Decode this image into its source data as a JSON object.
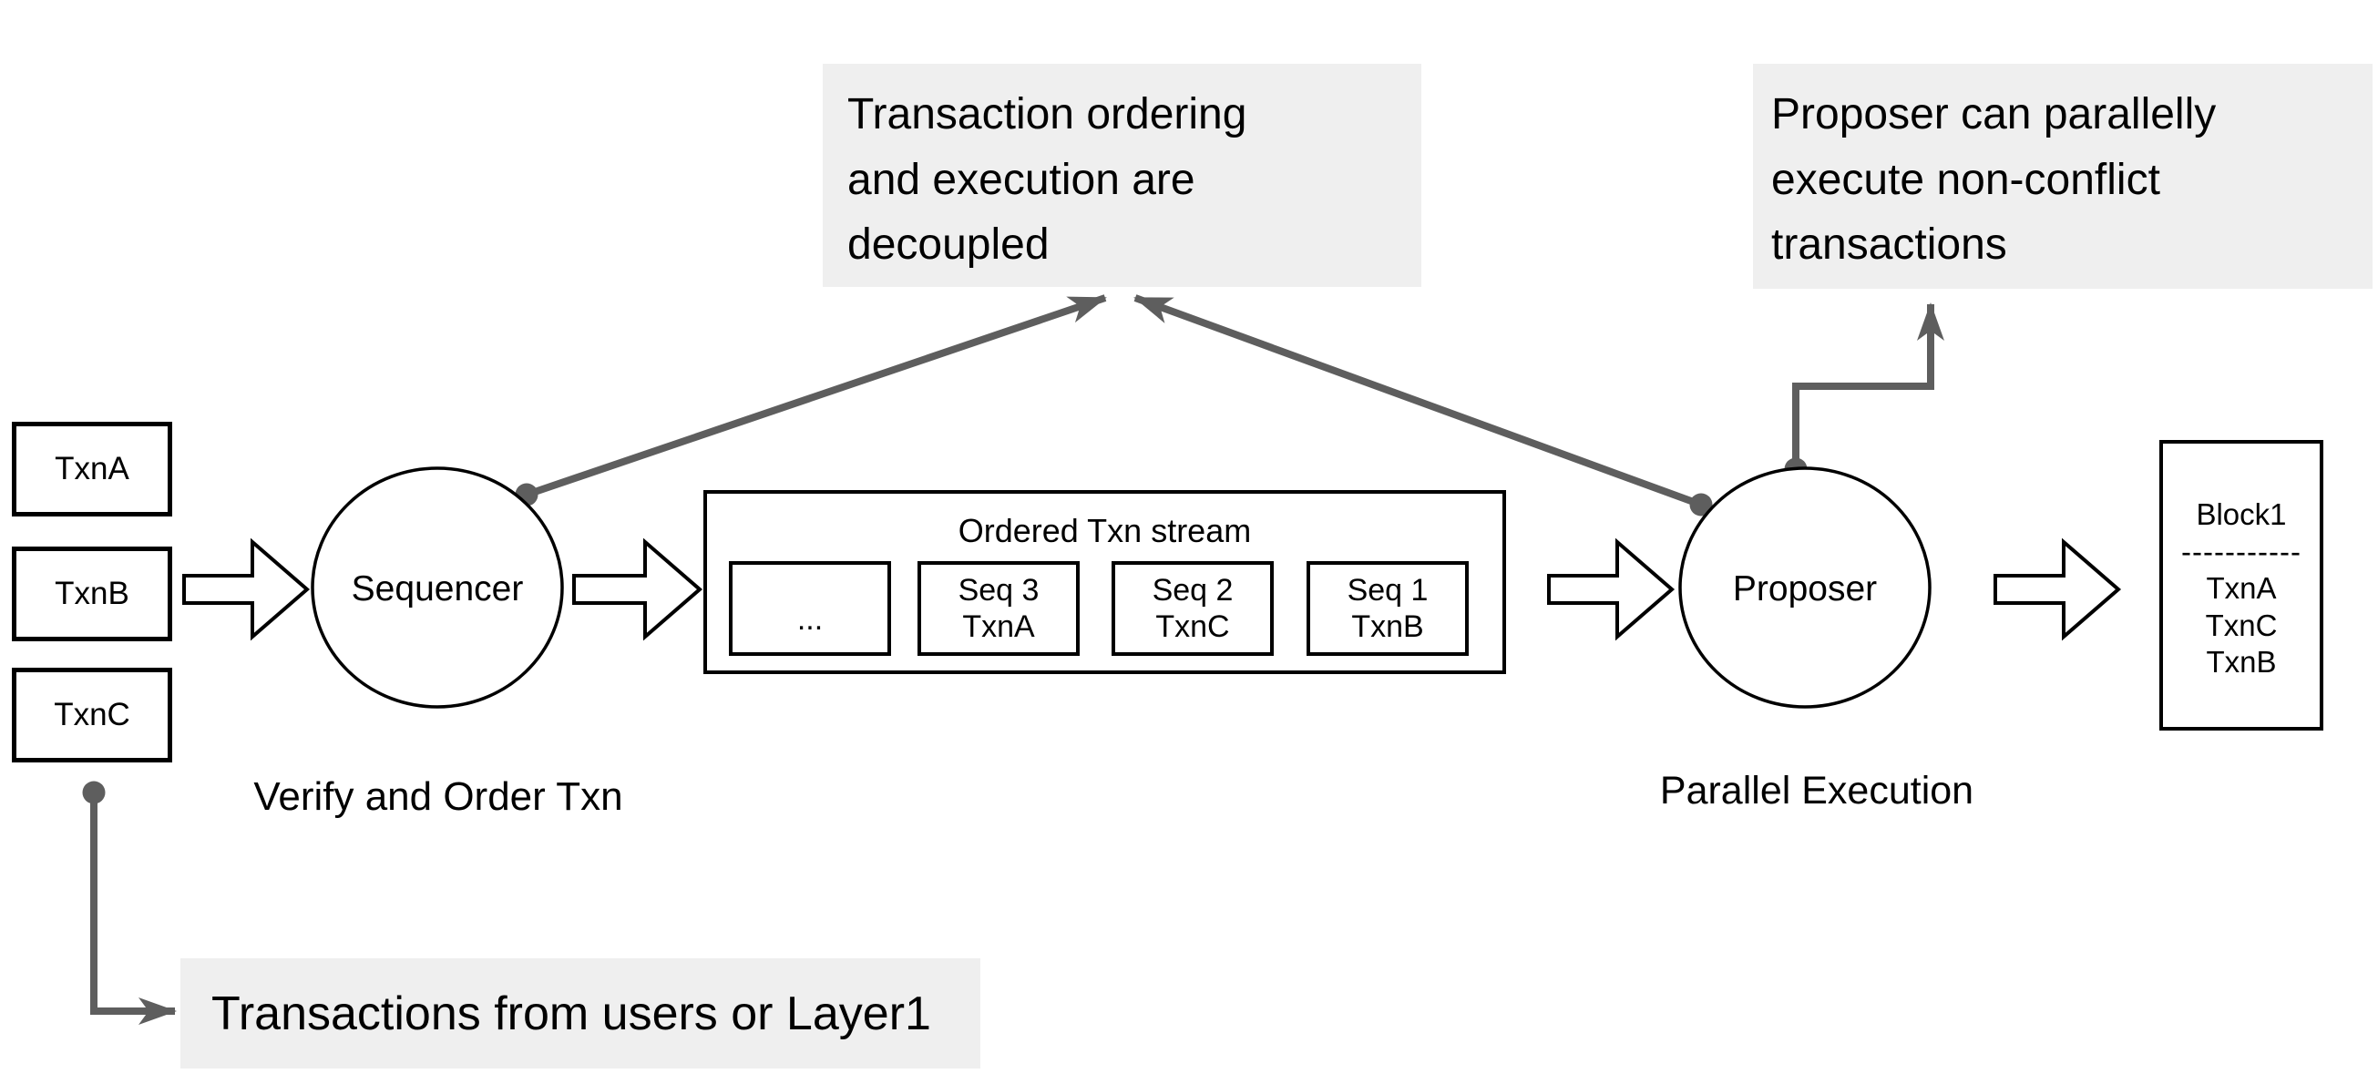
{
  "notes": {
    "decoupled": {
      "lines": [
        "Transaction ordering",
        "and execution are",
        "decoupled"
      ]
    },
    "parallel": {
      "lines": [
        "Proposer can parallelly",
        "execute non-conflict",
        "transactions"
      ]
    },
    "source": {
      "text": "Transactions from users or Layer1"
    }
  },
  "inputs": {
    "items": [
      "TxnA",
      "TxnB",
      "TxnC"
    ]
  },
  "sequencer": {
    "label": "Sequencer",
    "caption": "Verify and Order Txn"
  },
  "proposer": {
    "label": "Proposer",
    "caption": "Parallel Execution"
  },
  "stream": {
    "title": "Ordered Txn stream",
    "placeholder": "...",
    "items": [
      {
        "seq": "Seq 3",
        "txn": "TxnA"
      },
      {
        "seq": "Seq 2",
        "txn": "TxnC"
      },
      {
        "seq": "Seq 1",
        "txn": "TxnB"
      }
    ]
  },
  "block": {
    "title": "Block1",
    "divider": "-----------",
    "txns": [
      "TxnA",
      "TxnC",
      "TxnB"
    ]
  },
  "colors": {
    "note_bg": "#efefef",
    "connector": "#5e5e5e",
    "shape_stroke": "#000000"
  }
}
